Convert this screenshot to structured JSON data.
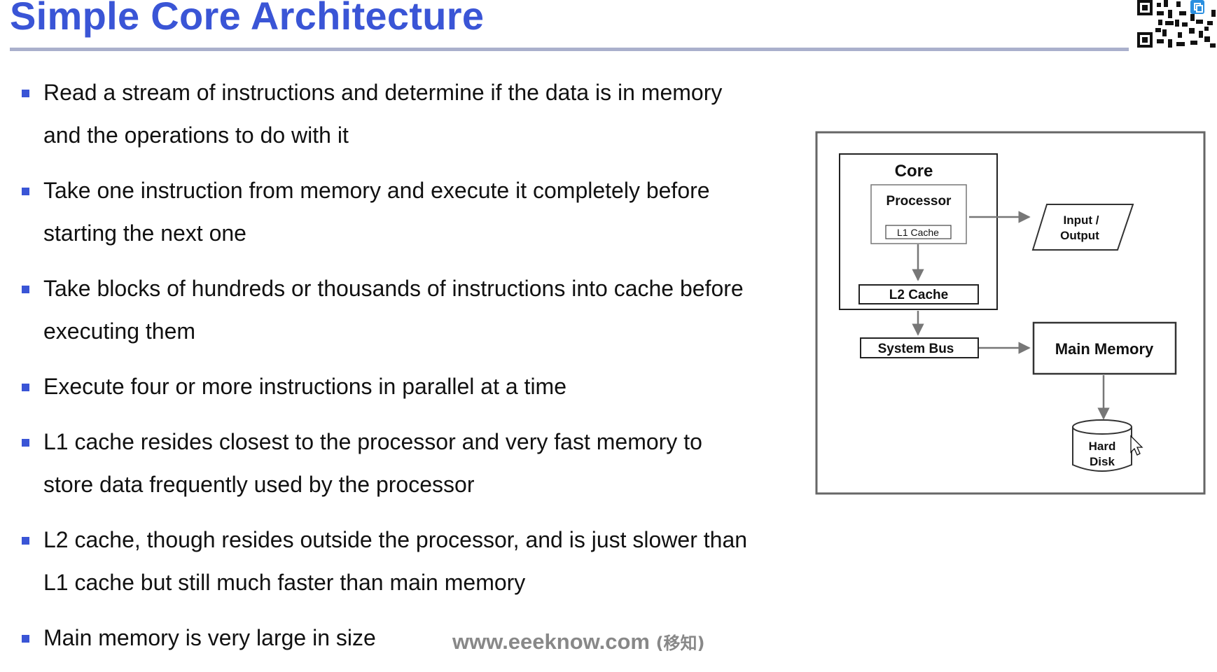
{
  "slide": {
    "title": "Simple Core Architecture",
    "bullets": [
      {
        "lines": [
          "Read a stream of instructions and determine if the data is in memory",
          "and the operations to do with it"
        ]
      },
      {
        "lines": [
          "Take one instruction from memory and execute it completely before",
          "starting the next one"
        ]
      },
      {
        "lines": [
          "Take blocks of hundreds or thousands of instructions into cache before",
          "executing them"
        ]
      },
      {
        "lines": [
          "Execute four or more instructions in parallel at a time"
        ]
      },
      {
        "lines": [
          "L1 cache resides closest to the processor and very fast memory to",
          "store data frequently used by the processor"
        ]
      },
      {
        "lines": [
          "L2 cache, though resides outside the processor, and is just slower than",
          "L1 cache but still much faster than main memory"
        ]
      },
      {
        "lines": [
          "Main memory is very large in size"
        ]
      }
    ],
    "footer": {
      "site": "www.eeeknow.com",
      "note": "(移知)"
    }
  },
  "diagram": {
    "core": "Core",
    "processor": "Processor",
    "l1_cache": "L1 Cache",
    "l2_cache": "L2 Cache",
    "system_bus": "System Bus",
    "io": [
      "Input /",
      "Output"
    ],
    "main_memory": "Main Memory",
    "hard_disk": [
      "Hard",
      "Disk"
    ]
  },
  "icons": [
    "qr-code-icon",
    "mouse-cursor-icon"
  ],
  "colors": {
    "title": "#3a55d6",
    "bullet": "#3a55d6",
    "rule": "#aab0cc",
    "diagram_line": "#555555",
    "arrow": "#777777",
    "footer": "#888888"
  }
}
